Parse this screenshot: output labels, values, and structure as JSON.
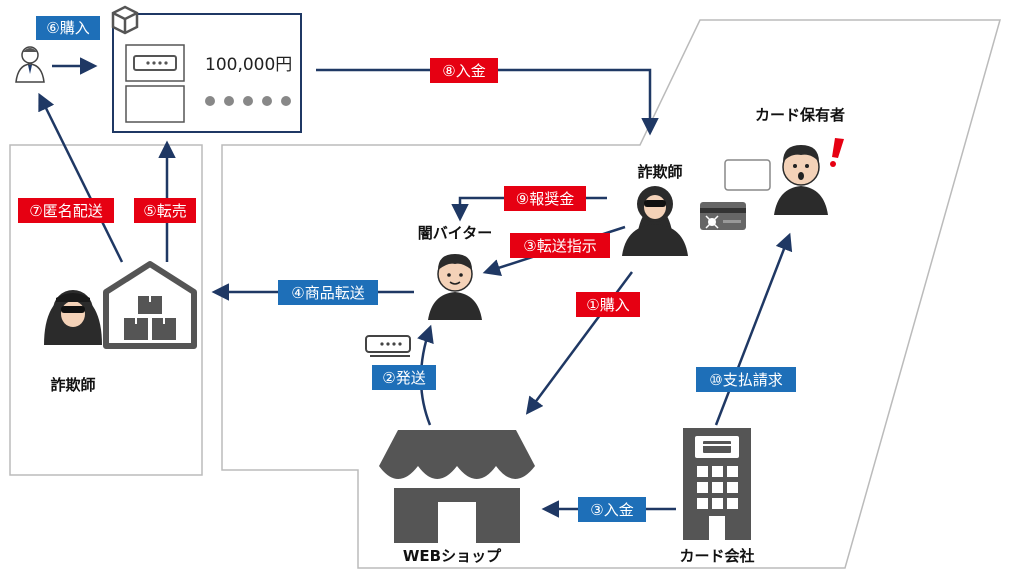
{
  "labels": {
    "purchase_6": "⑥購入",
    "deposit_8": "⑧入金",
    "reward_9": "⑨報奨金",
    "forward_instr_3": "③転送指示",
    "purchase_1": "①購入",
    "anon_ship_7": "⑦匿名配送",
    "resale_5": "⑤転売",
    "goods_forward_4": "④商品転送",
    "ship_2": "②発送",
    "pay_claim_10": "⑩支払請求",
    "deposit_3": "③入金"
  },
  "nodes": {
    "cardholder": "カード保有者",
    "fraudster_right": "詐欺師",
    "yami_baiter": "闇バイター",
    "fraudster_left": "詐欺師",
    "web_shop": "WEBショップ",
    "card_company": "カード会社"
  },
  "listing": {
    "price": "100,000円"
  },
  "colors": {
    "red_label": "#e60012",
    "blue_label": "#1e6fb8",
    "arrow": "#1f3864",
    "icon": "#555555"
  }
}
